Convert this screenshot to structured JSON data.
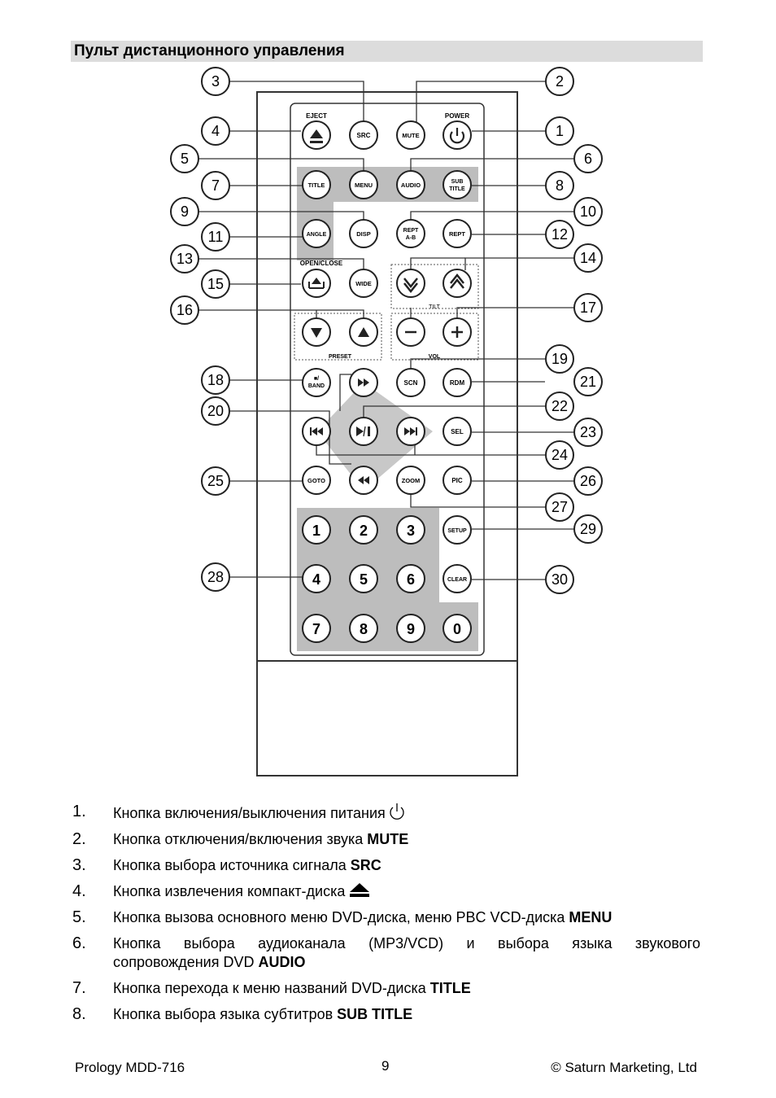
{
  "header": {
    "title": "Пульт дистанционного управления"
  },
  "remote": {
    "top_labels": {
      "eject": "EJECT",
      "power": "POWER"
    },
    "section_labels": {
      "open_close": "OPEN/CLOSE",
      "tilt": "TILT",
      "preset": "PRESET",
      "vol": "VOL"
    },
    "buttons": {
      "src": "SRC",
      "mute": "MUTE",
      "title": "TITLE",
      "menu": "MENU",
      "audio": "AUDIO",
      "sub1": "SUB",
      "sub2": "TITLE",
      "angle": "ANGLE",
      "disp": "DISP",
      "repab1": "REPT",
      "repab2": "A-B",
      "rept": "REPT",
      "wide": "WIDE",
      "band1": "■/",
      "band2": "BAND",
      "scn": "SCN",
      "rdm": "RDM",
      "sel": "SEL",
      "goto": "GOTO",
      "zoom": "ZOOM",
      "pic": "PIC",
      "setup": "SETUP",
      "clear": "CLEAR",
      "digits": [
        "1",
        "2",
        "3",
        "4",
        "5",
        "6",
        "7",
        "8",
        "9",
        "0"
      ]
    },
    "callouts": [
      "1",
      "2",
      "3",
      "4",
      "5",
      "6",
      "7",
      "8",
      "9",
      "10",
      "11",
      "12",
      "13",
      "14",
      "15",
      "16",
      "17",
      "18",
      "19",
      "20",
      "21",
      "22",
      "23",
      "24",
      "25",
      "26",
      "27",
      "28",
      "29",
      "30"
    ]
  },
  "items": [
    {
      "num": "1.",
      "text": "Кнопка включения/выключения питания",
      "bold": "",
      "icon": "power-icon"
    },
    {
      "num": "2.",
      "text": "Кнопка отключения/включения звука ",
      "bold": "MUTE"
    },
    {
      "num": "3.",
      "text": "Кнопка выбора источника сигнала ",
      "bold": "SRC"
    },
    {
      "num": "4.",
      "text": "Кнопка извлечения компакт-диска",
      "bold": "",
      "icon": "eject-icon"
    },
    {
      "num": "5.",
      "text": "Кнопка вызова основного меню DVD-диска, меню PBC VCD-диска ",
      "bold": "MENU"
    },
    {
      "num": "6.",
      "line1": "Кнопка выбора аудиоканала (MP3/VCD) и выбора языка звукового",
      "line2": "сопровождения DVD  ",
      "bold": "AUDIO"
    },
    {
      "num": "7.",
      "text": "Кнопка перехода к меню названий DVD-диска ",
      "bold": "TITLE"
    },
    {
      "num": "8.",
      "text": "Кнопка выбора языка субтитров ",
      "bold": "SUB TITLE"
    }
  ],
  "footer": {
    "model": "Prology MDD-716",
    "page": "9",
    "copyright": "© Saturn Marketing, Ltd"
  }
}
